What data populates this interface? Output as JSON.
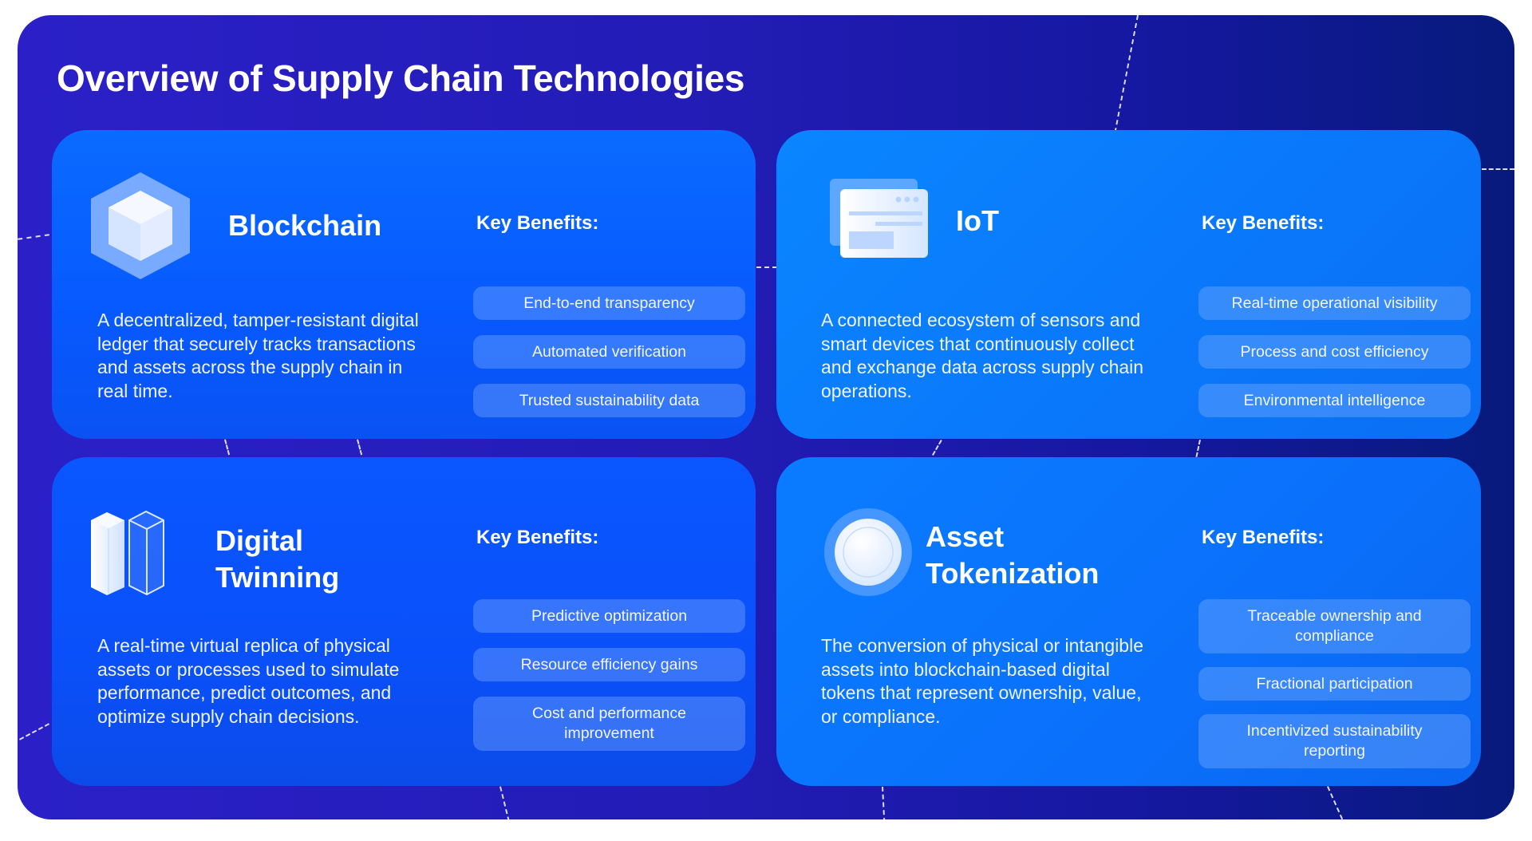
{
  "page": {
    "title": "Overview of Supply Chain Technologies",
    "colors": {
      "panel_left": "#2b20c8",
      "panel_right": "#071a7c",
      "card_blue": "#0759ff",
      "card_light_blue": "#0a80ff",
      "pill_fill": "rgba(130,175,255,0.38)",
      "text": "#ffffff"
    }
  },
  "cards": [
    {
      "id": "blockchain",
      "title": "Blockchain",
      "icon": "hexagon-cube-icon",
      "description": "A decentralized, tamper-resistant digital ledger that securely tracks transactions and assets across the supply chain in real time.",
      "key_benefits_label": "Key Benefits:",
      "benefits": [
        "End-to-end transparency",
        "Automated verification",
        "Trusted sustainability data"
      ]
    },
    {
      "id": "iot",
      "title": "IoT",
      "icon": "browser-window-icon",
      "description": "A connected ecosystem of sensors and smart devices that continuously collect and exchange data across supply chain operations.",
      "key_benefits_label": "Key Benefits:",
      "benefits": [
        "Real-time operational visibility",
        "Process and cost efficiency",
        "Environmental intelligence"
      ]
    },
    {
      "id": "digital-twinning",
      "title": "Digital Twinning",
      "title_lines": [
        "Digital",
        "Twinning"
      ],
      "icon": "twin-pillars-icon",
      "description": "A real-time virtual replica of physical assets or processes used to simulate performance, predict outcomes, and optimize supply chain decisions.",
      "key_benefits_label": "Key Benefits:",
      "benefits": [
        "Predictive optimization",
        "Resource efficiency gains",
        "Cost and performance improvement"
      ]
    },
    {
      "id": "asset-tokenization",
      "title": "Asset Tokenization",
      "title_lines": [
        "Asset",
        "Tokenization"
      ],
      "icon": "token-coin-icon",
      "description": "The conversion of physical or intangible assets into blockchain-based digital tokens that represent ownership, value, or compliance.",
      "key_benefits_label": "Key Benefits:",
      "benefits": [
        "Traceable ownership and compliance",
        "Fractional participation",
        "Incentivized sustainability reporting"
      ]
    }
  ]
}
